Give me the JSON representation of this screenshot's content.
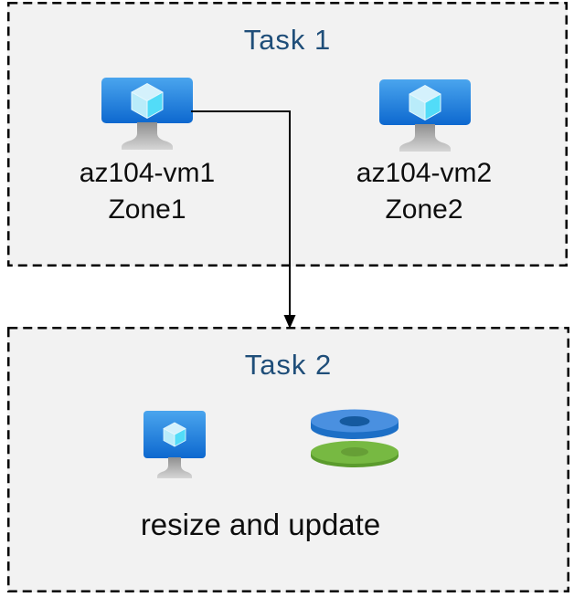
{
  "task1": {
    "title": "Task 1",
    "vms": [
      {
        "name": "az104-vm1",
        "zone": "Zone1",
        "icon": "virtual-machine-icon"
      },
      {
        "name": "az104-vm2",
        "zone": "Zone2",
        "icon": "virtual-machine-icon"
      }
    ]
  },
  "task2": {
    "title": "Task 2",
    "caption": "resize and update",
    "icons": [
      "virtual-machine-icon",
      "managed-disks-icon"
    ]
  },
  "arrow": {
    "from": "az104-vm1",
    "to": "Task 2"
  },
  "colors": {
    "page_bg": "#ffffff",
    "box_bg": "#f2f2f2",
    "box_border": "#000000",
    "title_text": "#1f4e79",
    "label_text": "#0d0d0d",
    "vm_screen_top": "#4aa5ee",
    "vm_screen_bottom": "#0d68cf",
    "cube_right_face": "#52dcf8",
    "disk_blue": "#4a90e0",
    "disk_blue_rim": "#1d6fc6",
    "disk_green": "#77b942",
    "disk_green_rim": "#5b9b2d"
  }
}
